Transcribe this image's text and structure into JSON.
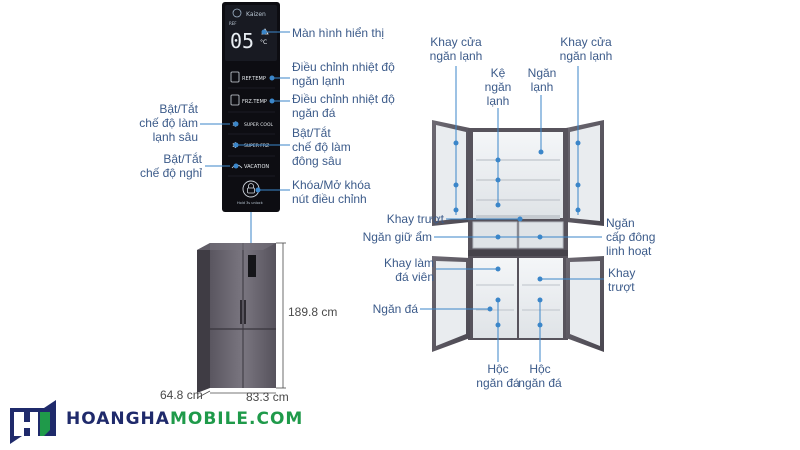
{
  "colors": {
    "label": "#3c5b8a",
    "connector": "#3b86c9",
    "panel": "#0d0d12",
    "brand_dark": "#1f2a6b",
    "brand_green": "#1f9a4a"
  },
  "panel": {
    "top_text": "Kaizen",
    "ref_text": "REF",
    "temp": "05",
    "unit": "°C",
    "buttons": [
      "REF.TEMP",
      "FRZ.TEMP",
      "SUPER COOL",
      "SUPER FRZ",
      "VACATION"
    ],
    "lock_text": "Hold 3s unlock"
  },
  "labels": {
    "display": "Màn hình hiển thị",
    "ref_temp": "Điều chỉnh nhiệt độ\nngăn lạnh",
    "frz_temp": "Điều chỉnh nhiệt độ\nngăn đá",
    "super_cool": "Bật/Tắt\nchế độ làm\nlạnh sâu",
    "super_frz": "Bật/Tắt\nchế độ làm\nđông sâu",
    "vacation": "Bật/Tắt\nchế độ nghỉ",
    "lock": "Khóa/Mở khóa\nnút điều chỉnh",
    "door_tray_left": "Khay cửa\nngăn lạnh",
    "door_tray_right": "Khay cửa\nngăn lạnh",
    "shelf": "Kệ\nngăn\nlạnh",
    "fridge_compartment": "Ngăn\nlạnh",
    "sliding_tray_top": "Khay trượt",
    "humidity_drawer": "Ngăn giữ ẩm",
    "flex_freezer": "Ngăn\ncấp đông\nlinh hoạt",
    "ice_tray": "Khay làm\nđá viên",
    "sliding_tray_right": "Khay\ntrượt",
    "freezer": "Ngăn đá",
    "freezer_drawer_left": "Hộc\nngăn đá",
    "freezer_drawer_right": "Hộc\nngăn đá"
  },
  "dimensions": {
    "height": "189.8 cm",
    "depth": "64.8 cm",
    "width": "83.3 cm"
  },
  "brand": {
    "part1": "HOANGHA",
    "part2": "MOBILE.COM"
  }
}
